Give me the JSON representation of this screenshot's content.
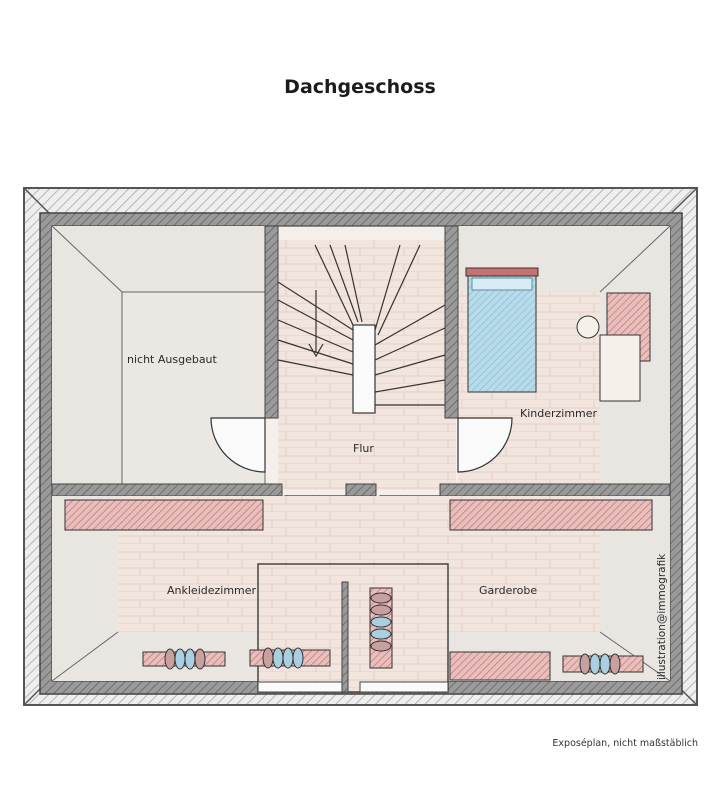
{
  "title": "Dachgeschoss",
  "rooms": {
    "not_developed": "nicht Ausgebaut",
    "hallway": "Flur",
    "childrens_room": "Kinderzimmer",
    "walk_in_closet": "Ankleidezimmer",
    "wardrobe": "Garderobe"
  },
  "credit": "illustration@immografik",
  "footer_note": "Exposéplan, nicht maßstäblich",
  "colors": {
    "wall": "#8c8c8c",
    "roof_hatch": "#d8d8d8",
    "floor_tile": "#f1e4dc",
    "unfinished": "#ece9e4",
    "bed_blue": "#a9cfe0",
    "furniture_red": "#c77070",
    "furniture_red_light": "#eac9c6"
  }
}
